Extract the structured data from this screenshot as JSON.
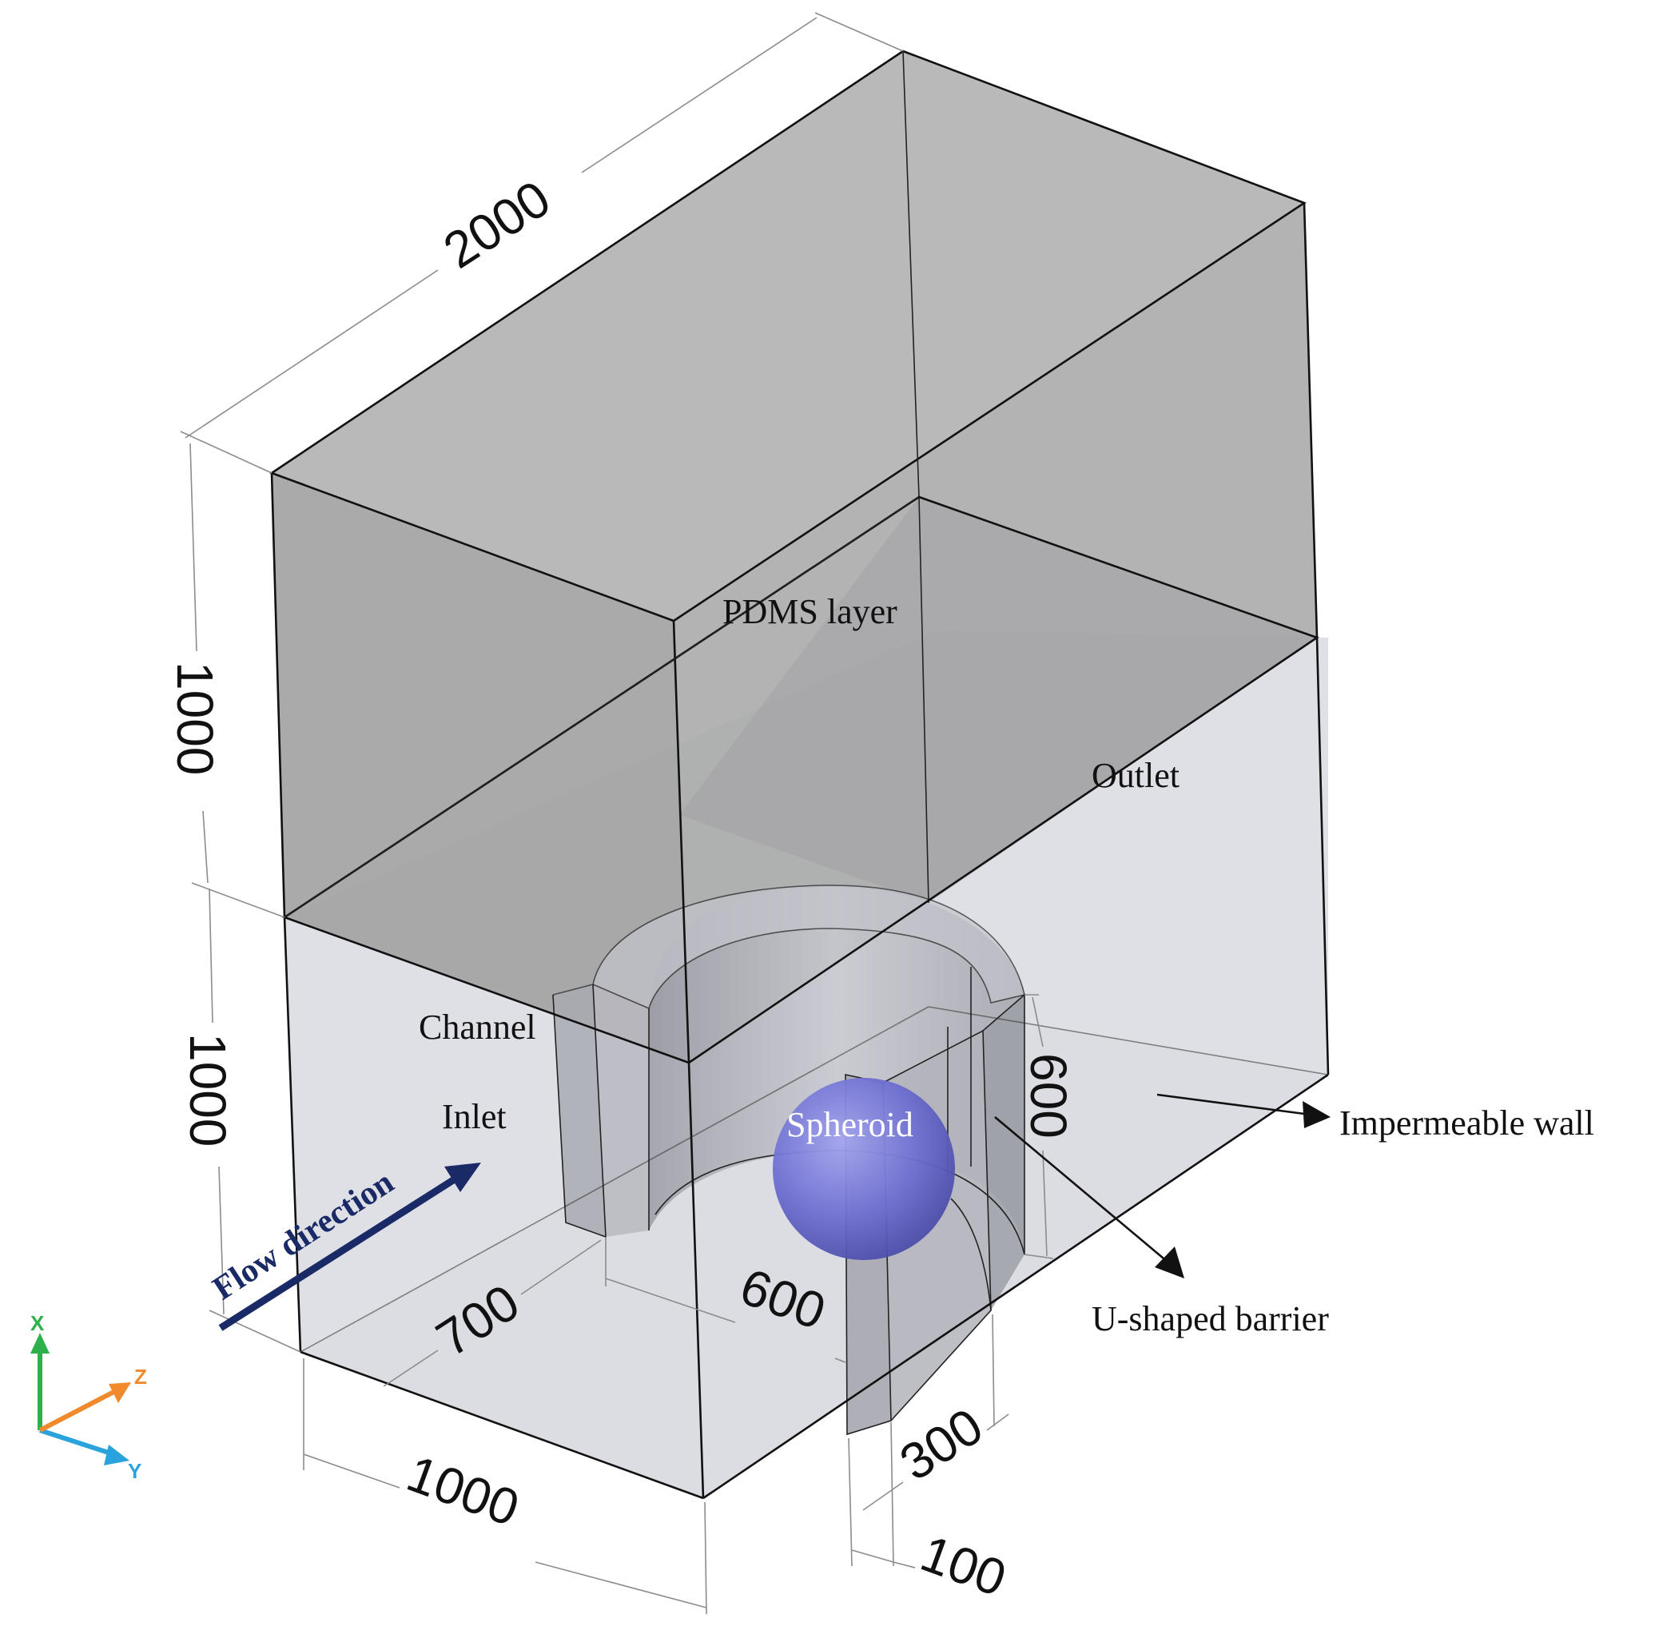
{
  "dimensions": {
    "top_length": "2000",
    "upper_height": "1000",
    "lower_height": "1000",
    "inlet_depth": "700",
    "channel_gap": "600",
    "bottom_width": "1000",
    "barrier_height": "600",
    "barrier_offset": "300",
    "barrier_thickness": "100"
  },
  "labels": {
    "pdms_layer": "PDMS layer",
    "outlet": "Outlet",
    "channel": "Channel",
    "inlet": "Inlet",
    "spheroid": "Spheroid",
    "impermeable_wall": "Impermeable wall",
    "u_barrier": "U-shaped barrier",
    "flow_direction": "Flow direction"
  },
  "axes": {
    "x": "X",
    "y": "Y",
    "z": "Z"
  },
  "colors": {
    "pdms_fill": "#9a9a9a",
    "channel_fill": "#dfe0e6",
    "spheroid": "#6d6ed0",
    "flow_arrow": "#1a2a66",
    "axis_x": "#2eb04a",
    "axis_y": "#2aa3dc",
    "axis_z": "#f08a2c"
  }
}
